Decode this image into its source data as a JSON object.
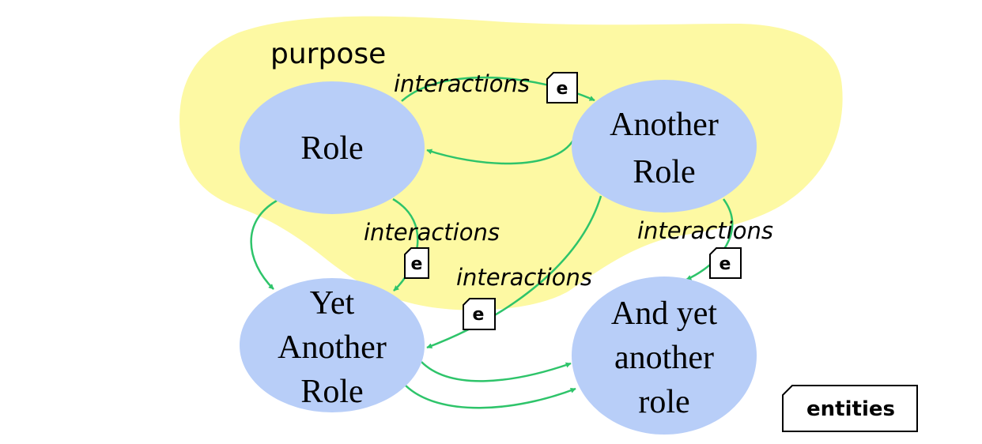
{
  "colors": {
    "purpose_area": "#fdf9a3",
    "role_fill": "#b8cef8",
    "arrow": "#2ec46a"
  },
  "purpose": {
    "label": "purpose"
  },
  "roles": [
    {
      "id": "role",
      "lines": [
        "Role"
      ]
    },
    {
      "id": "another-role",
      "lines": [
        "Another",
        "Role"
      ]
    },
    {
      "id": "yet-another-role",
      "lines": [
        "Yet",
        "Another",
        "Role"
      ]
    },
    {
      "id": "and-yet-another-role",
      "lines": [
        "And yet",
        "another",
        "role"
      ]
    }
  ],
  "interaction_labels": [
    "interactions",
    "interactions",
    "interactions",
    "interactions"
  ],
  "entity_marker": "e",
  "legend": {
    "label": "entities",
    "icon": "entity-document-icon"
  }
}
